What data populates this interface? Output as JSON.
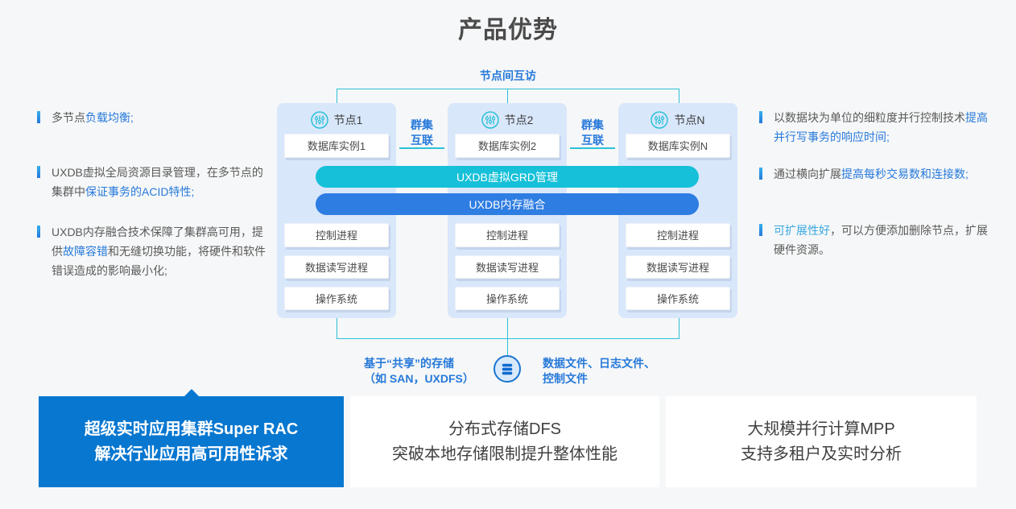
{
  "colors": {
    "page-bg": "#f6f7f8",
    "title-text": "#4b4b4b",
    "body-text": "#595959",
    "accent-blue": "#2679da",
    "accent-cyan": "#2bc1d7",
    "bar-cyan": "#16c0d8",
    "bar-blue": "#2e7de2",
    "panel-bg": "#d9e7fb",
    "active-card": "#0777d0",
    "card-text": "#3f3f3f",
    "hl-cyan": "#38a8e2"
  },
  "page": {
    "title": "产品优势"
  },
  "diagram": {
    "top_label": "节点间互访",
    "interconnects": [
      {
        "lines": [
          "群集",
          "互联"
        ]
      },
      {
        "lines": [
          "群集",
          "互联"
        ]
      }
    ],
    "nodes": [
      {
        "label": "节点1",
        "instance": "数据库实例1",
        "processes": [
          "控制进程",
          "数据读写进程",
          "操作系统"
        ]
      },
      {
        "label": "节点2",
        "instance": "数据库实例2",
        "processes": [
          "控制进程",
          "数据读写进程",
          "操作系统"
        ]
      },
      {
        "label": "节点N",
        "instance": "数据库实例N",
        "processes": [
          "控制进程",
          "数据读写进程",
          "操作系统"
        ]
      }
    ],
    "bars": [
      {
        "label": "UXDB虚拟GRD管理"
      },
      {
        "label": "UXDB内存融合"
      }
    ],
    "storage": {
      "left_lines": [
        "基于“共享”的存储",
        "（如 SAN，UXDFS）"
      ],
      "right_lines": [
        "数据文件、日志文件、",
        "控制文件"
      ],
      "icon": "database-icon"
    }
  },
  "left_features": [
    {
      "pre": "多节点",
      "hl": "负载均衡;",
      "post": ""
    },
    {
      "pre": "UXDB虚拟全局资源目录管理，在多节点的集群中",
      "hl": "保证事务的ACID特性;",
      "post": ""
    },
    {
      "pre": "UXDB内存融合技术保障了集群高可用，提供",
      "hl": "故障容错",
      "post": "和无缝切换功能，将硬件和软件错误造成的影响最小化;"
    }
  ],
  "right_features": [
    {
      "pre": "以数据块为单位的细粒度并行控制技术",
      "hl": "提高并行写事务的响应时间;",
      "post": ""
    },
    {
      "pre": "通过横向扩展",
      "hl": "提高每秒交易数和连接数;",
      "post": ""
    },
    {
      "pre": "",
      "hl": "可扩展性好",
      "post": "，可以方便添加删除节点，扩展硬件资源。"
    }
  ],
  "cards": [
    {
      "lines": [
        "超级实时应用集群Super RAC",
        "解决行业应用高可用性诉求"
      ],
      "active": true
    },
    {
      "lines": [
        "分布式存储DFS",
        "突破本地存储限制提升整体性能"
      ],
      "active": false
    },
    {
      "lines": [
        "大规模并行计算MPP",
        "支持多租户及实时分析"
      ],
      "active": false
    }
  ]
}
